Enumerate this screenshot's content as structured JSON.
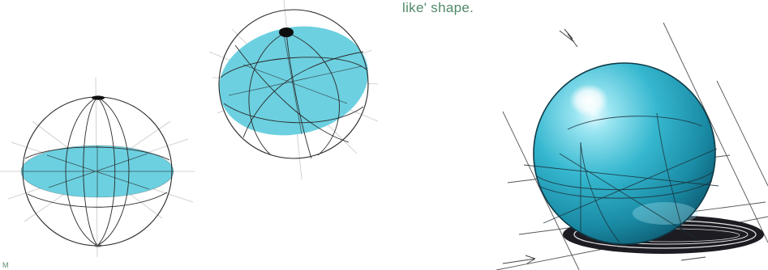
{
  "caption": {
    "text": "like' shape."
  },
  "colors": {
    "fill_cyan": "#6cd0e0",
    "sphere_cyan": "#27a9c2",
    "caption_green": "#4f8a68",
    "line_dark": "#2a2a2a",
    "construction_grey": "#c8c8c8",
    "shadow": "#1c1c22"
  },
  "illustrations": [
    {
      "name": "wireframe-sphere-horizontal-ellipse"
    },
    {
      "name": "wireframe-sphere-tilted-ellipse"
    },
    {
      "name": "shaded-sphere-with-cast-shadow"
    }
  ]
}
